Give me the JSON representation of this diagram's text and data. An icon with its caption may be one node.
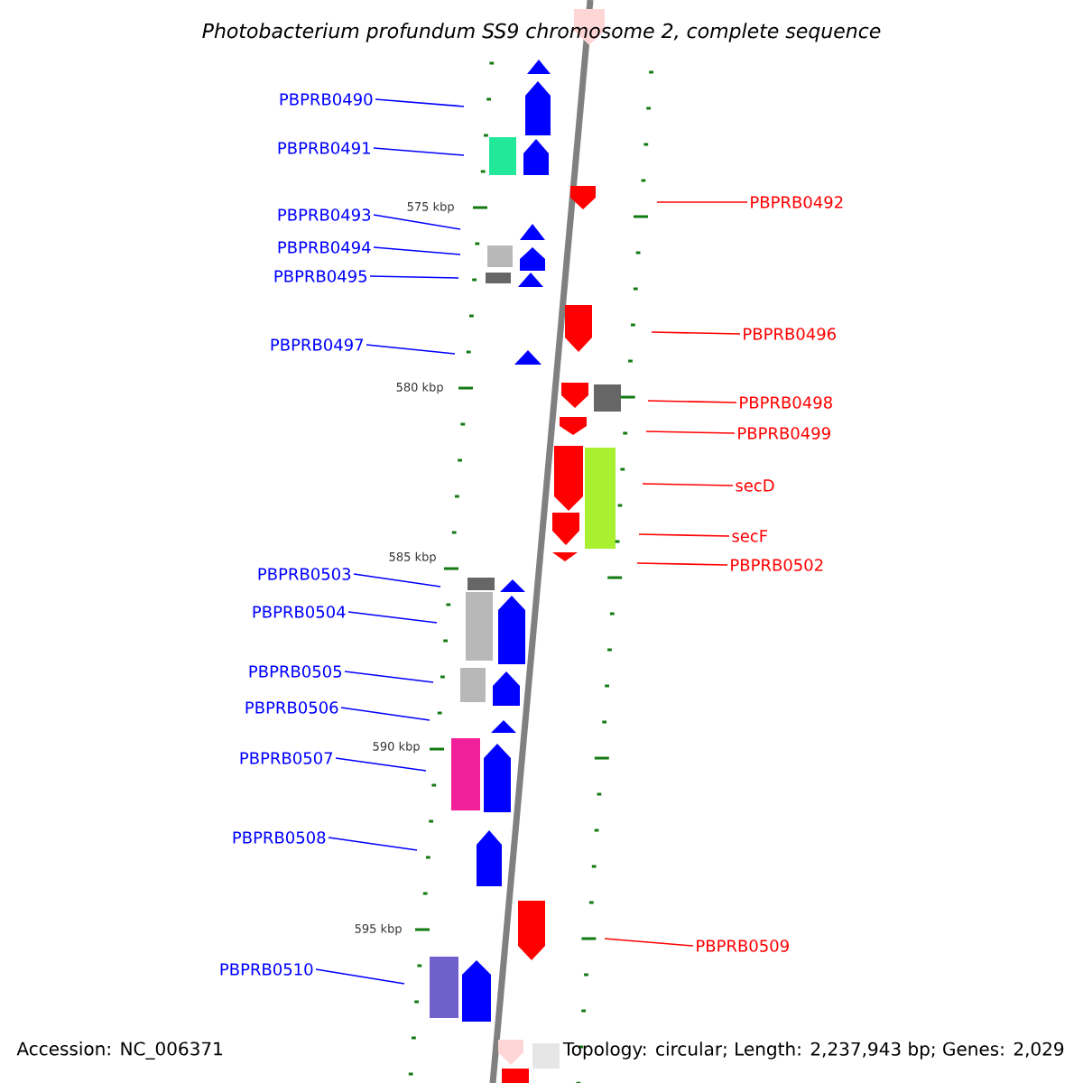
{
  "diagram": {
    "title": "*Photobacterium profundum* SS9 chromosome 2, complete sequence",
    "nodes": [
      {
        "text": [
          "PBPRB0490"
        ]
      },
      {
        "text": [
          "PBPRB0491"
        ]
      },
      {
        "text": [
          "PBPRB0492"
        ]
      },
      {
        "text": [
          "PBPRB0493"
        ]
      },
      {
        "text": [
          "PBPRB0494"
        ]
      },
      {
        "text": [
          "PBPRB0495"
        ]
      },
      {
        "text": [
          "PBPRB0496"
        ]
      },
      {
        "text": [
          "PBPRB0497"
        ]
      },
      {
        "text": [
          "PBPRB0498"
        ]
      },
      {
        "text": [
          "PBPRB0499"
        ]
      },
      {
        "text": [
          "secD"
        ]
      },
      {
        "text": [
          "secF"
        ]
      },
      {
        "text": [
          "PBPRB0502"
        ]
      },
      {
        "text": [
          "PBPRB0503"
        ]
      },
      {
        "text": [
          "PBPRB0504"
        ]
      },
      {
        "text": [
          "PBPRB0505"
        ]
      },
      {
        "text": [
          "PBPRB0506"
        ]
      },
      {
        "text": [
          "PBPRB0507"
        ]
      },
      {
        "text": [
          "PBPRB0508"
        ]
      },
      {
        "text": [
          "PBPRB0509"
        ]
      },
      {
        "text": [
          "PBPRB0510"
        ]
      }
    ],
    "edges": [
      {
        "from": 0,
        "to": null,
        "arrow": "none"
      },
      {
        "from": 1,
        "to": null,
        "arrow": "none"
      },
      {
        "from": 2,
        "to": null,
        "arrow": "none",
        "color": "#ff0000"
      },
      {
        "from": 3,
        "to": null,
        "arrow": "none"
      },
      {
        "from": 4,
        "to": null,
        "arrow": "none"
      },
      {
        "from": 5,
        "to": null,
        "arrow": "none"
      },
      {
        "from": 6,
        "to": null,
        "arrow": "none",
        "color": "#ff0000"
      },
      {
        "from": 7,
        "to": null,
        "arrow": "none"
      },
      {
        "from": 8,
        "to": null,
        "arrow": "none",
        "color": "#ff0000"
      },
      {
        "from": 9,
        "to": null,
        "arrow": "none",
        "color": "#ff0000"
      },
      {
        "from": 10,
        "to": null,
        "arrow": "none",
        "color": "#ff0000"
      },
      {
        "from": 11,
        "to": null,
        "arrow": "none",
        "color": "#ff0000"
      },
      {
        "from": 12,
        "to": null,
        "arrow": "none",
        "color": "#ff0000"
      },
      {
        "from": 13,
        "to": null,
        "arrow": "none"
      },
      {
        "from": 14,
        "to": null,
        "arrow": "none"
      },
      {
        "from": 15,
        "to": null,
        "arrow": "none"
      },
      {
        "from": 16,
        "to": null,
        "arrow": "none"
      },
      {
        "from": 17,
        "to": null,
        "arrow": "none"
      },
      {
        "from": 18,
        "to": null,
        "arrow": "none"
      },
      {
        "from": 19,
        "to": null,
        "arrow": "none",
        "color": "#ff0000"
      },
      {
        "from": 20,
        "to": null,
        "arrow": "none"
      }
    ],
    "labels": [
      "575 kbp",
      "580 kbp",
      "585 kbp",
      "590 kbp",
      "595 kbp",
      "Accession: NC_006371",
      "Topology: circular; Length: 2,237,943 bp; Genes: 2,029"
    ]
  }
}
